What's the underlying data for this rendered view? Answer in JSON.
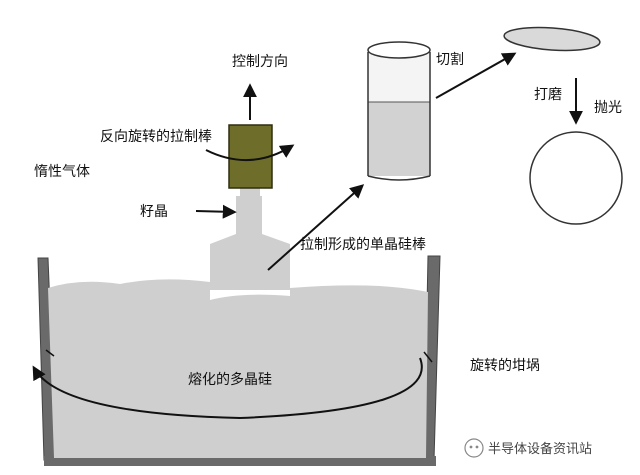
{
  "labels": {
    "pull_direction": "控制方向",
    "counter_rotating_rod": "反向旋转的拉制棒",
    "inert_gas": "惰性气体",
    "seed_crystal": "籽晶",
    "single_crystal_ingot": "拉制形成的单晶硅棒",
    "cutting": "切割",
    "grinding": "打磨",
    "polishing": "抛光",
    "molten_polysilicon": "熔化的多晶硅",
    "rotating_crucible": "旋转的坩埚"
  },
  "watermark": "半导体设备资讯站",
  "colors": {
    "rod": "#6e6e2a",
    "melt": "#cfcfcf",
    "crucible_wall": "#666666",
    "ingot_top": "#f4f4f4",
    "ingot_bottom": "#d2d2d2",
    "wafer_disc": "#d9d9d9",
    "arrow": "#111111"
  }
}
